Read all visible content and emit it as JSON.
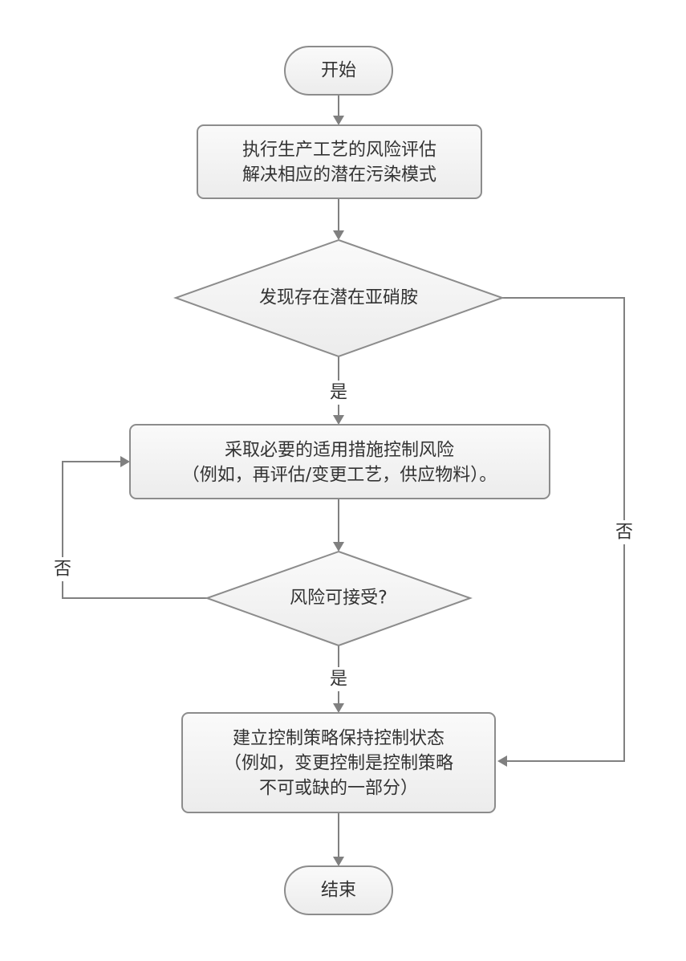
{
  "nodes": {
    "start": "开始",
    "assess": [
      "执行生产工艺的风险评估",
      "解决相应的潜在污染模式"
    ],
    "decision_nitrosamine": "发现存在潜在亚硝胺",
    "mitigate": [
      "采取必要的适用措施控制风险",
      "（例如，再评估/变更工艺，供应物料）。"
    ],
    "decision_acceptable": "风险可接受?",
    "control": [
      "建立控制策略保持控制状态",
      "（例如，变更控制是控制策略",
      "不可或缺的一部分）"
    ],
    "end": "结束"
  },
  "edge_labels": {
    "yes_1": "是",
    "no_right": "否",
    "no_left": "否",
    "yes_2": "是"
  }
}
